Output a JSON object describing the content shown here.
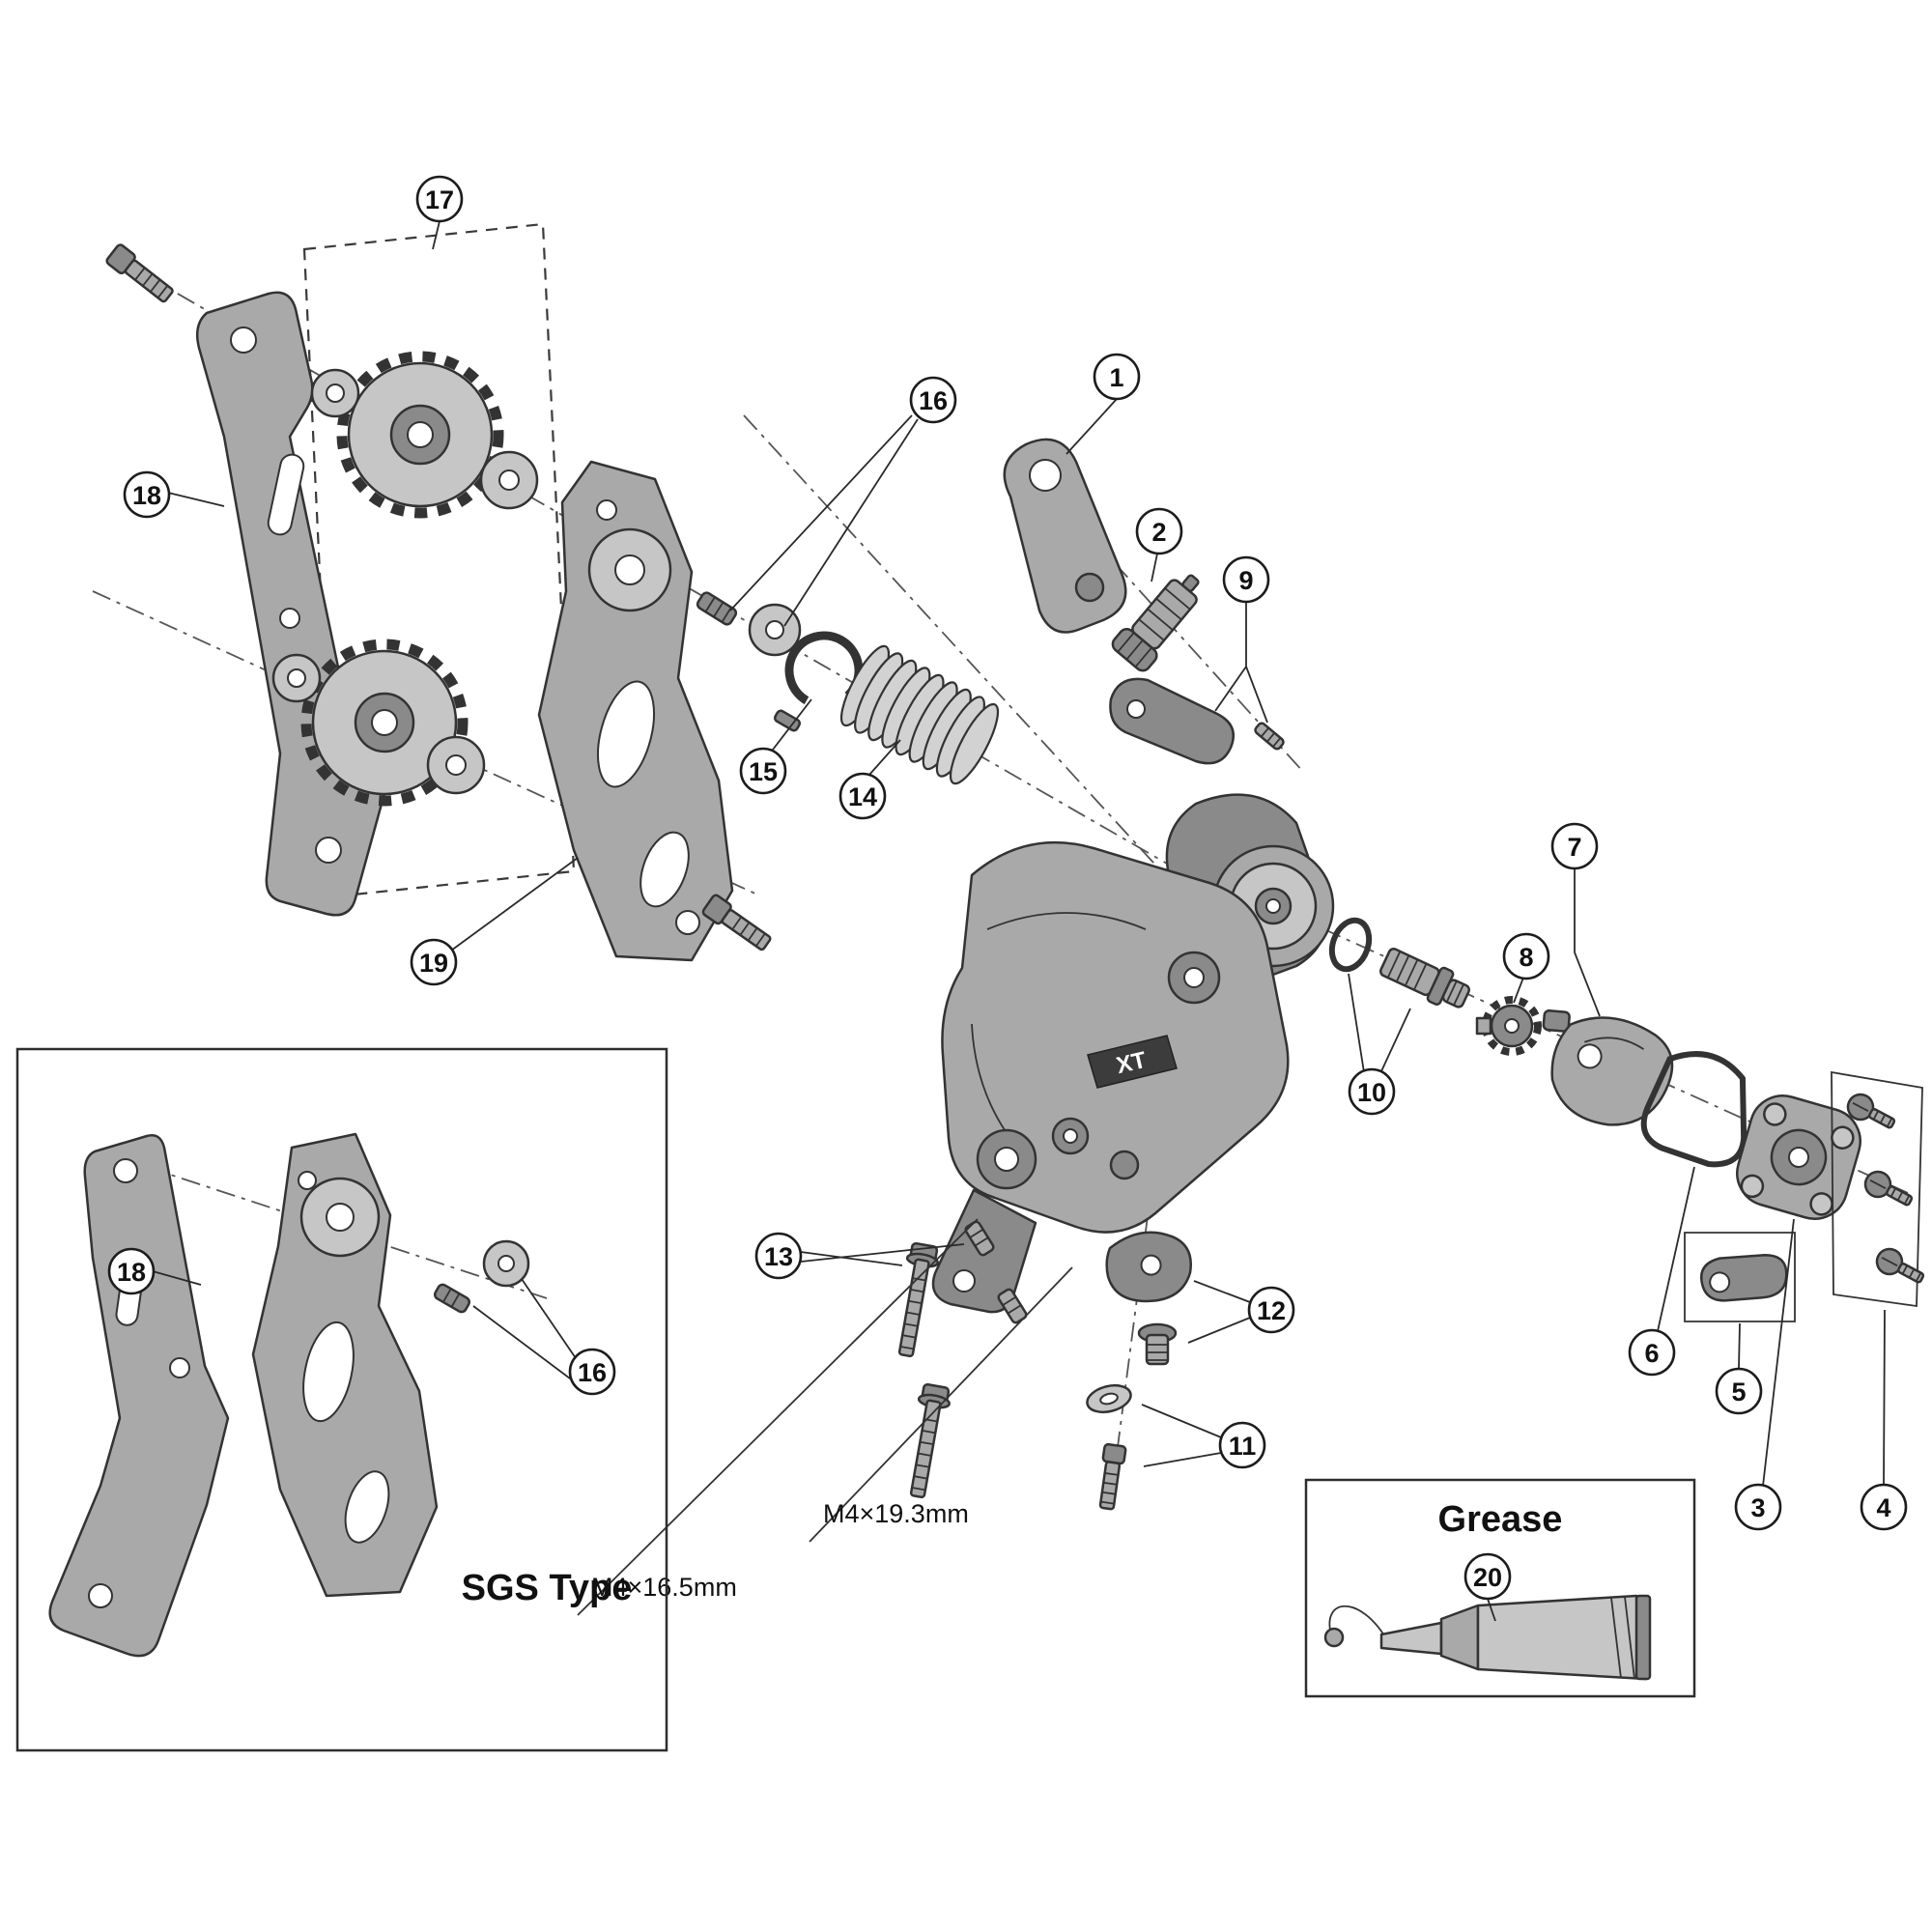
{
  "callouts": {
    "c1": "1",
    "c2": "2",
    "c3": "3",
    "c4": "4",
    "c5": "5",
    "c6": "6",
    "c7": "7",
    "c8": "8",
    "c9": "9",
    "c10": "10",
    "c11": "11",
    "c12": "12",
    "c13": "13",
    "c14": "14",
    "c15": "15",
    "c16": "16",
    "c17": "17",
    "c18": "18",
    "c19": "19",
    "c20": "20"
  },
  "labels": {
    "sgs_type": "SGS Type",
    "grease": "Grease",
    "m4_19_3": "M4×19.3mm",
    "m4_16_5": "M4×16.5mm",
    "body_logo": "XT"
  }
}
